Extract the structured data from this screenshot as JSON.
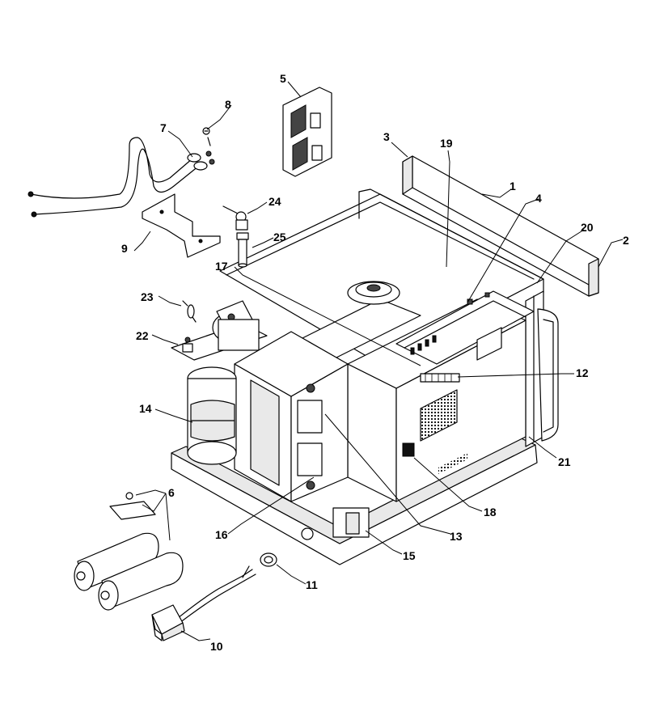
{
  "callouts": [
    {
      "id": "c1",
      "text": "1"
    },
    {
      "id": "c2",
      "text": "2"
    },
    {
      "id": "c3",
      "text": "3"
    },
    {
      "id": "c4",
      "text": "4"
    },
    {
      "id": "c5",
      "text": "5"
    },
    {
      "id": "c6",
      "text": "6"
    },
    {
      "id": "c7",
      "text": "7"
    },
    {
      "id": "c8",
      "text": "8"
    },
    {
      "id": "c9",
      "text": "9"
    },
    {
      "id": "c10",
      "text": "10"
    },
    {
      "id": "c11",
      "text": "11"
    },
    {
      "id": "c12",
      "text": "12"
    },
    {
      "id": "c13",
      "text": "13"
    },
    {
      "id": "c14",
      "text": "14"
    },
    {
      "id": "c15",
      "text": "15"
    },
    {
      "id": "c16",
      "text": "16"
    },
    {
      "id": "c17",
      "text": "17"
    },
    {
      "id": "c18",
      "text": "18"
    },
    {
      "id": "c19",
      "text": "19"
    },
    {
      "id": "c20",
      "text": "20"
    },
    {
      "id": "c21",
      "text": "21"
    },
    {
      "id": "c22",
      "text": "22"
    },
    {
      "id": "c23",
      "text": "23"
    },
    {
      "id": "c24",
      "text": "24"
    },
    {
      "id": "c25",
      "text": "25"
    }
  ],
  "colors": {
    "ink": "#000000",
    "paper": "#ffffff",
    "shade": "#e9e9e9"
  }
}
